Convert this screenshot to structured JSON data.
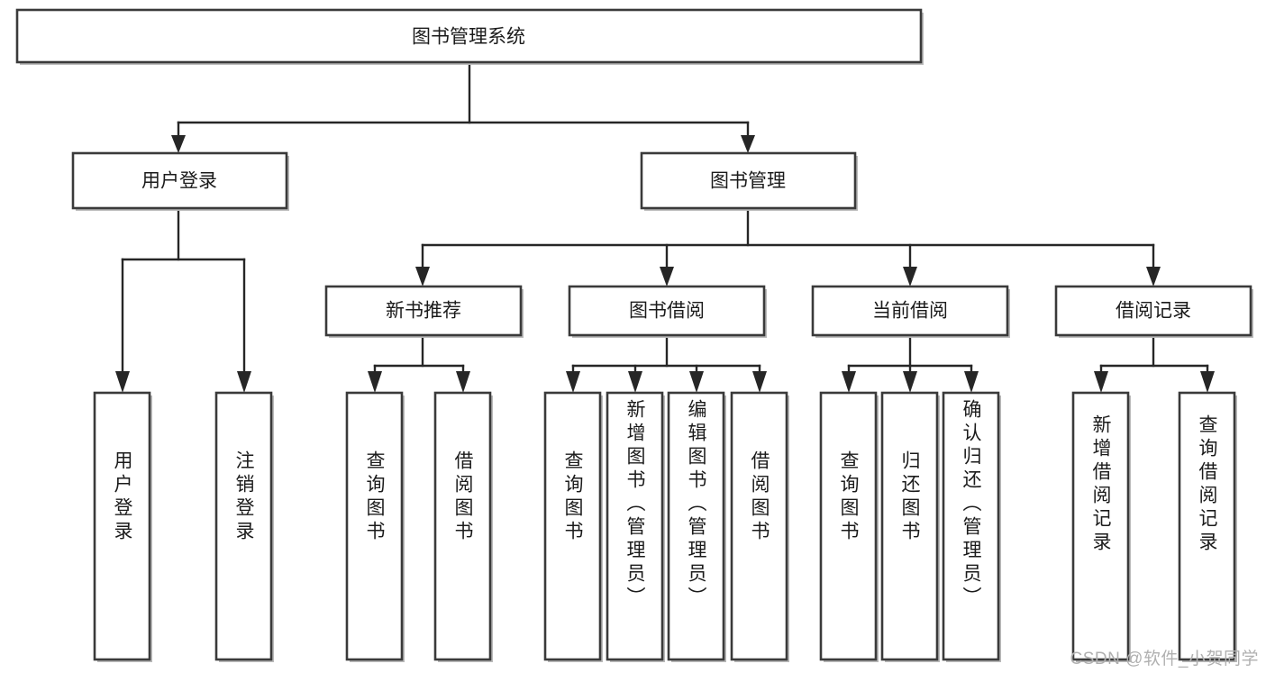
{
  "diagram": {
    "title": "图书管理系统",
    "type": "tree-hierarchy",
    "orientation": "top-down",
    "colors": {
      "box_fill": "#ffffff",
      "box_stroke": "#3a3a3a",
      "connector": "#262626",
      "text": "#1b1b1b",
      "watermark": "#b0b0b0",
      "background": "#ffffff"
    },
    "root": {
      "label": "图书管理系统"
    },
    "level2": [
      {
        "label": "用户登录"
      },
      {
        "label": "图书管理"
      }
    ],
    "level3": [
      {
        "label": "新书推荐"
      },
      {
        "label": "图书借阅"
      },
      {
        "label": "当前借阅"
      },
      {
        "label": "借阅记录"
      }
    ],
    "leaves": {
      "user_login": [
        {
          "label": "用户登录"
        },
        {
          "label": "注销登录"
        }
      ],
      "new_book_recommend": [
        {
          "label": "查询图书"
        },
        {
          "label": "借阅图书"
        }
      ],
      "book_borrow": [
        {
          "label": "查询图书"
        },
        {
          "label": "新增图书（管理员）"
        },
        {
          "label": "编辑图书（管理员）"
        },
        {
          "label": "借阅图书"
        }
      ],
      "current_borrow": [
        {
          "label": "查询图书"
        },
        {
          "label": "归还图书"
        },
        {
          "label": "确认归还（管理员）"
        }
      ],
      "borrow_record": [
        {
          "label": "新增借阅记录"
        },
        {
          "label": "查询借阅记录"
        }
      ]
    },
    "watermark": "CSDN @软件_小贺同学"
  }
}
